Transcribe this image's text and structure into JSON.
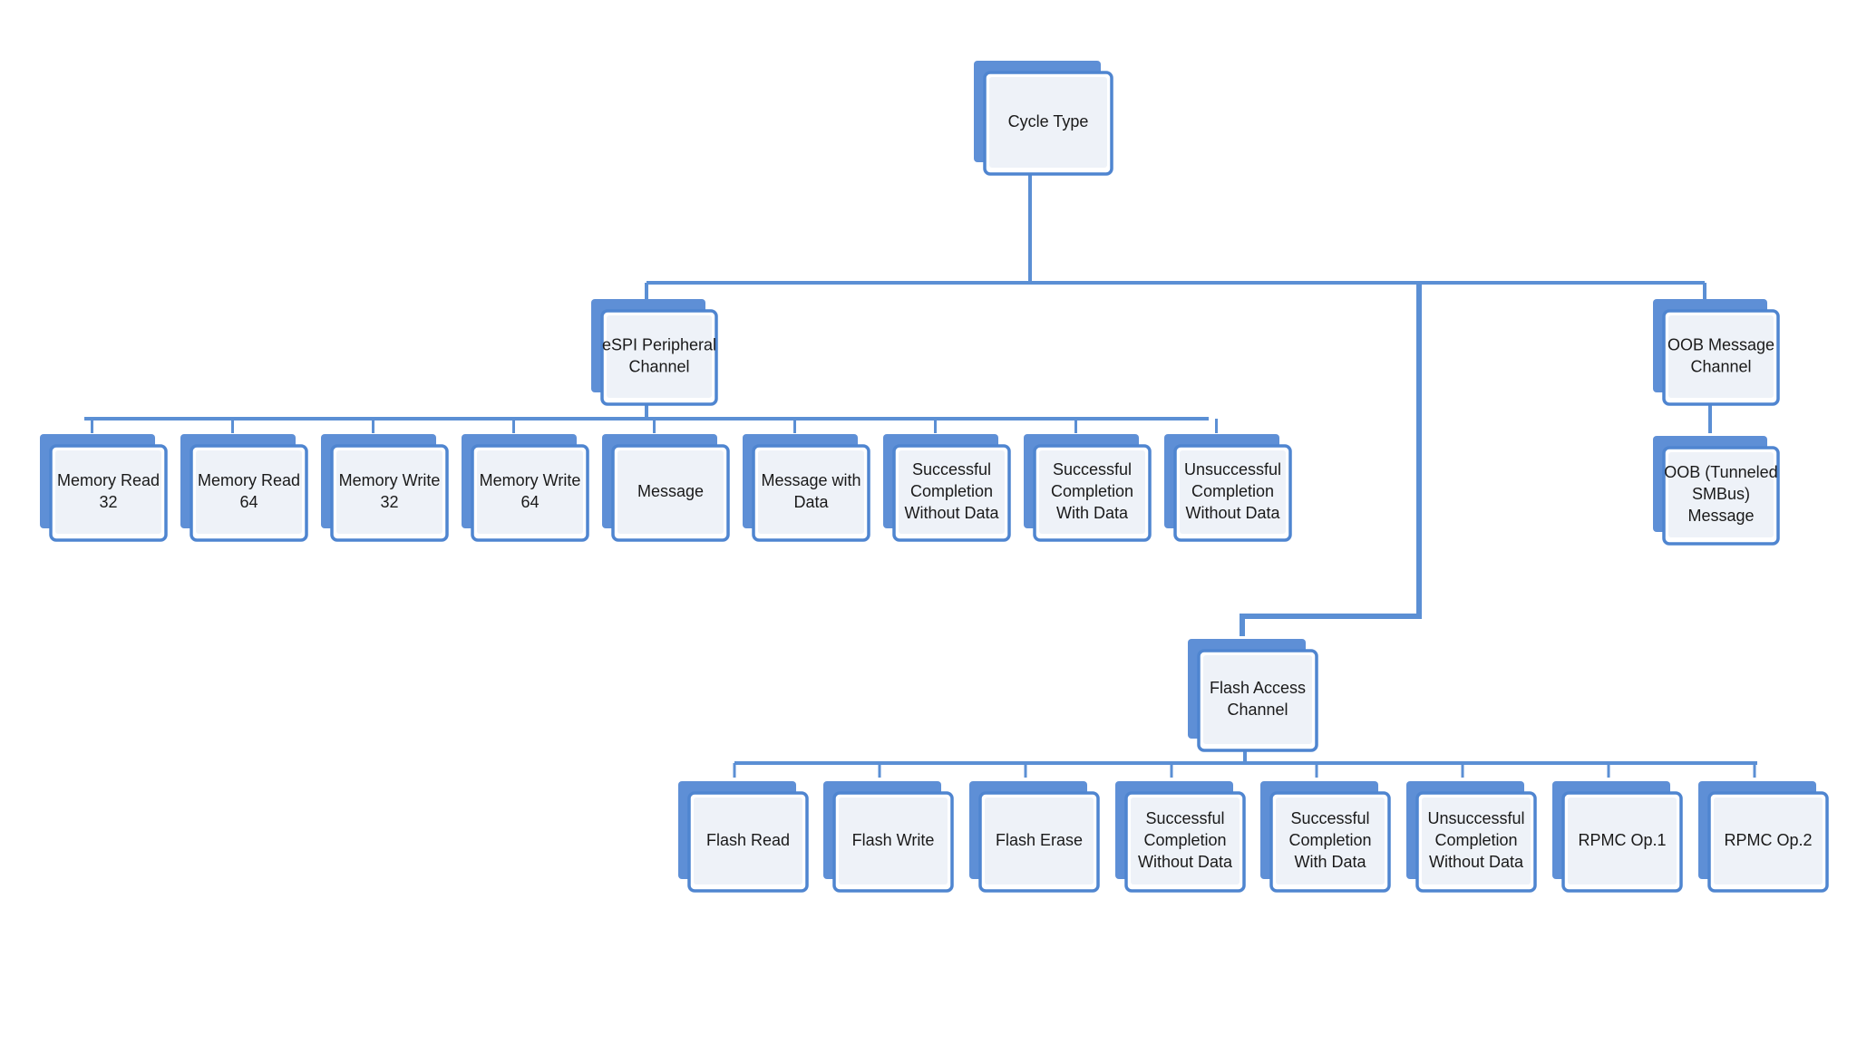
{
  "colors": {
    "connector": "#5b8fd4",
    "box_back": "#5e8fd6",
    "box_border": "#4f85d0",
    "box_fill": "#ffffff",
    "box_inner": "#eef2f8",
    "text": "#1a1a1a"
  },
  "tree": {
    "root": {
      "lines": [
        "Cycle Type"
      ]
    },
    "channels": [
      {
        "id": "espi-peripheral-channel",
        "lines": [
          "eSPI Peripheral",
          "Channel"
        ],
        "children": [
          {
            "id": "memory-read-32",
            "lines": [
              "Memory Read",
              "32"
            ]
          },
          {
            "id": "memory-read-64",
            "lines": [
              "Memory Read",
              "64"
            ]
          },
          {
            "id": "memory-write-32",
            "lines": [
              "Memory Write",
              "32"
            ]
          },
          {
            "id": "memory-write-64",
            "lines": [
              "Memory Write",
              "64"
            ]
          },
          {
            "id": "message",
            "lines": [
              "Message"
            ]
          },
          {
            "id": "message-with-data",
            "lines": [
              "Message with",
              "Data"
            ]
          },
          {
            "id": "successful-completion-without-data",
            "lines": [
              "Successful",
              "Completion",
              "Without Data"
            ]
          },
          {
            "id": "successful-completion-with-data",
            "lines": [
              "Successful",
              "Completion",
              "With Data"
            ]
          },
          {
            "id": "unsuccessful-completion-without-data",
            "lines": [
              "Unsuccessful",
              "Completion",
              "Without Data"
            ]
          }
        ]
      },
      {
        "id": "flash-access-channel",
        "lines": [
          "Flash Access",
          "Channel"
        ],
        "children": [
          {
            "id": "flash-read",
            "lines": [
              "Flash Read"
            ]
          },
          {
            "id": "flash-write",
            "lines": [
              "Flash Write"
            ]
          },
          {
            "id": "flash-erase",
            "lines": [
              "Flash Erase"
            ]
          },
          {
            "id": "flash-successful-completion-without-data",
            "lines": [
              "Successful",
              "Completion",
              "Without Data"
            ]
          },
          {
            "id": "flash-successful-completion-with-data",
            "lines": [
              "Successful",
              "Completion",
              "With Data"
            ]
          },
          {
            "id": "flash-unsuccessful-completion-without-data",
            "lines": [
              "Unsuccessful",
              "Completion",
              "Without Data"
            ]
          },
          {
            "id": "rpmc-op1",
            "lines": [
              "RPMC Op.1"
            ]
          },
          {
            "id": "rpmc-op2",
            "lines": [
              "RPMC Op.2"
            ]
          }
        ]
      },
      {
        "id": "oob-message-channel",
        "lines": [
          "OOB Message",
          "Channel"
        ],
        "children": [
          {
            "id": "oob-tunneled-smbus-message",
            "lines": [
              "OOB (Tunneled",
              "SMBus)",
              "Message"
            ]
          }
        ]
      }
    ]
  }
}
